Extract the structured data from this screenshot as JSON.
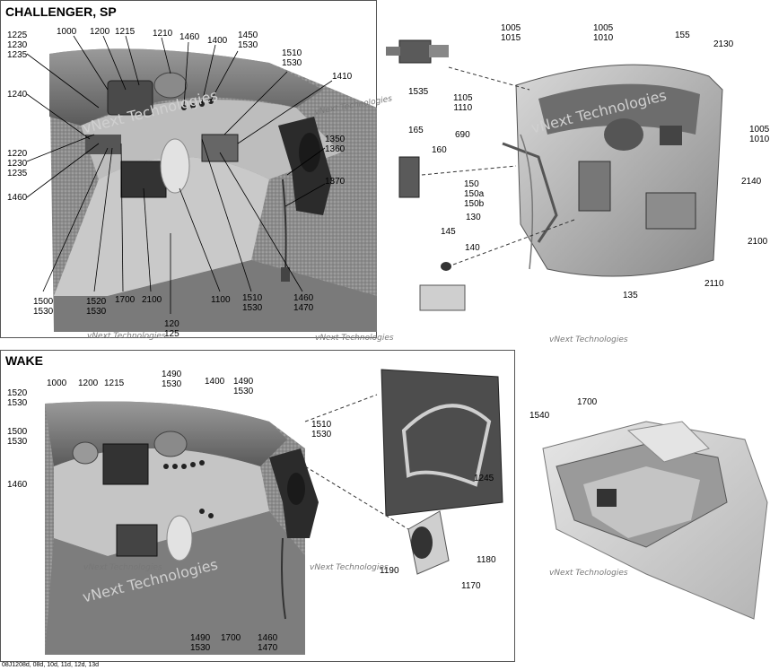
{
  "panels": {
    "top_left": {
      "title": "CHALLENGER, SP",
      "labels": {
        "l1225": "1225\n1230\n1235",
        "l1000": "1000",
        "l1200": "1200",
        "l1215": "1215",
        "l1210": "1210",
        "l1460a": "1460",
        "l1400": "1400",
        "l1450": "1450\n1530",
        "l1510": "1510\n1530",
        "l1410": "1410",
        "l1240": "1240",
        "l1220": "1220\n1230\n1235",
        "l1350": "1350\n1360",
        "l1370": "1370",
        "l1460b": "1460",
        "l1500": "1500\n1530",
        "l1520": "1520\n1530",
        "l1700": "1700",
        "l2100": "2100",
        "l1100": "1100",
        "l1510b": "1510\n1530",
        "l1460c": "1460\n1470",
        "l120": "120\n125"
      }
    },
    "top_right": {
      "labels": {
        "l1005a": "1005\n1015",
        "l1005b": "1005\n1010",
        "l155": "155",
        "l2130": "2130",
        "l1535": "1535",
        "l1105": "1105\n1110",
        "l1005c": "1005\n1010",
        "l690": "690",
        "l165": "165",
        "l160": "160",
        "l150": "150\n150a\n150b",
        "l130": "130",
        "l2140": "2140",
        "l145": "145",
        "l140": "140",
        "l2100": "2100",
        "l2110": "2110",
        "l135": "135"
      }
    },
    "bottom_left": {
      "title": "WAKE",
      "labels": {
        "l1520": "1520\n1530",
        "l1000": "1000",
        "l1200": "1200",
        "l1215": "1215",
        "l1490a": "1490\n1530",
        "l1400": "1400",
        "l1490b": "1490\n1530",
        "l1510": "1510\n1530",
        "l1500": "1500\n1530",
        "l1460": "1460",
        "l1245": "1245",
        "l1190": "1190",
        "l1180": "1180",
        "l1170": "1170",
        "l1490c": "1490\n1530",
        "l1700": "1700",
        "l1460b": "1460\n1470"
      }
    },
    "bottom_right": {
      "labels": {
        "l1540": "1540",
        "l1700": "1700"
      }
    }
  },
  "watermark": "vNext Technologies",
  "watermark_large": "vNext Technologies",
  "footer": "08J1208d, 08d, 10d, 11d, 12d, 13d"
}
